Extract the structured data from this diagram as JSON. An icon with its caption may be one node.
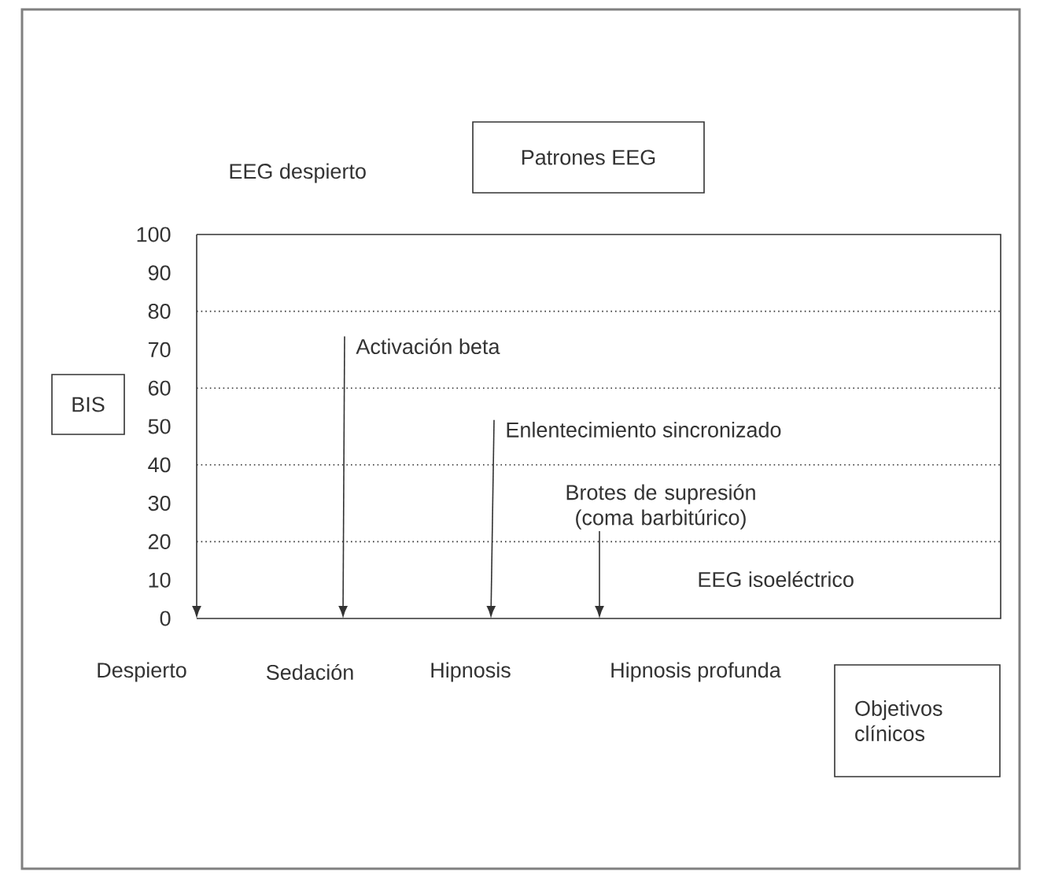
{
  "diagram": {
    "nodes": [
      {
        "text": [
          "Patrones EEG"
        ]
      },
      {
        "text": [
          "BIS"
        ]
      },
      {
        "text": [
          "EEG despierto"
        ]
      },
      {
        "text": [
          "Activación beta"
        ]
      },
      {
        "text": [
          "Enlentecimiento sincronizado"
        ]
      },
      {
        "text": [
          "Brotes de supresión (coma barbitúrico)"
        ]
      },
      {
        "text": [
          "EEG isoeléctrico"
        ]
      },
      {
        "text": [
          "Objetivos clínicos"
        ]
      }
    ],
    "edges": [
      {
        "from": 3,
        "to": null,
        "arrow": "to"
      },
      {
        "from": 4,
        "to": null,
        "arrow": "to"
      },
      {
        "from": 5,
        "to": null,
        "arrow": "to"
      }
    ],
    "labels": [
      "100",
      "90",
      "80",
      "70",
      "60",
      "50",
      "40",
      "30",
      "20",
      "10",
      "0",
      "Despierto",
      "Sedación",
      "Hipnosis",
      "Hipnosis profunda"
    ]
  }
}
